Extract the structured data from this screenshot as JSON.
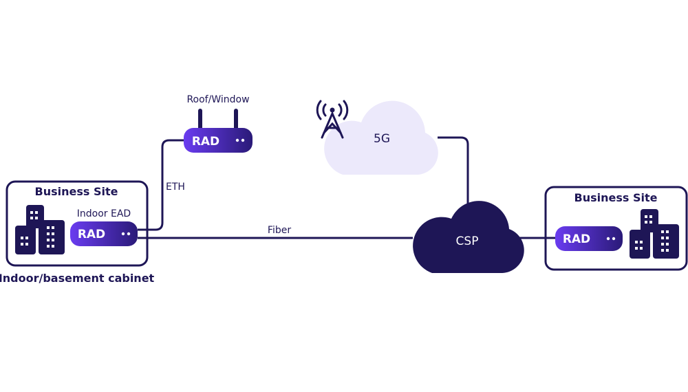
{
  "colors": {
    "navy": "#1e1656",
    "rad_gradient_start": "#6a3cf0",
    "rad_gradient_end": "#2a1a78",
    "cloud_light": "#ece9fb",
    "white": "#ffffff"
  },
  "left_site": {
    "title": "Business Site",
    "device_caption": "Indoor EAD",
    "device_label": "RAD",
    "footer": "Indoor/basement cabinet",
    "icon": "office-buildings-icon"
  },
  "roof_device": {
    "caption": "Roof/Window",
    "label": "RAD",
    "icon": "router-antenna-icon"
  },
  "links": {
    "eth": "ETH",
    "fiber": "Fiber"
  },
  "wireless_cloud": {
    "label": "5G",
    "icon": "cell-tower-icon"
  },
  "csp_cloud": {
    "label": "CSP"
  },
  "right_site": {
    "title": "Business Site",
    "device_label": "RAD",
    "icon": "office-buildings-icon"
  }
}
